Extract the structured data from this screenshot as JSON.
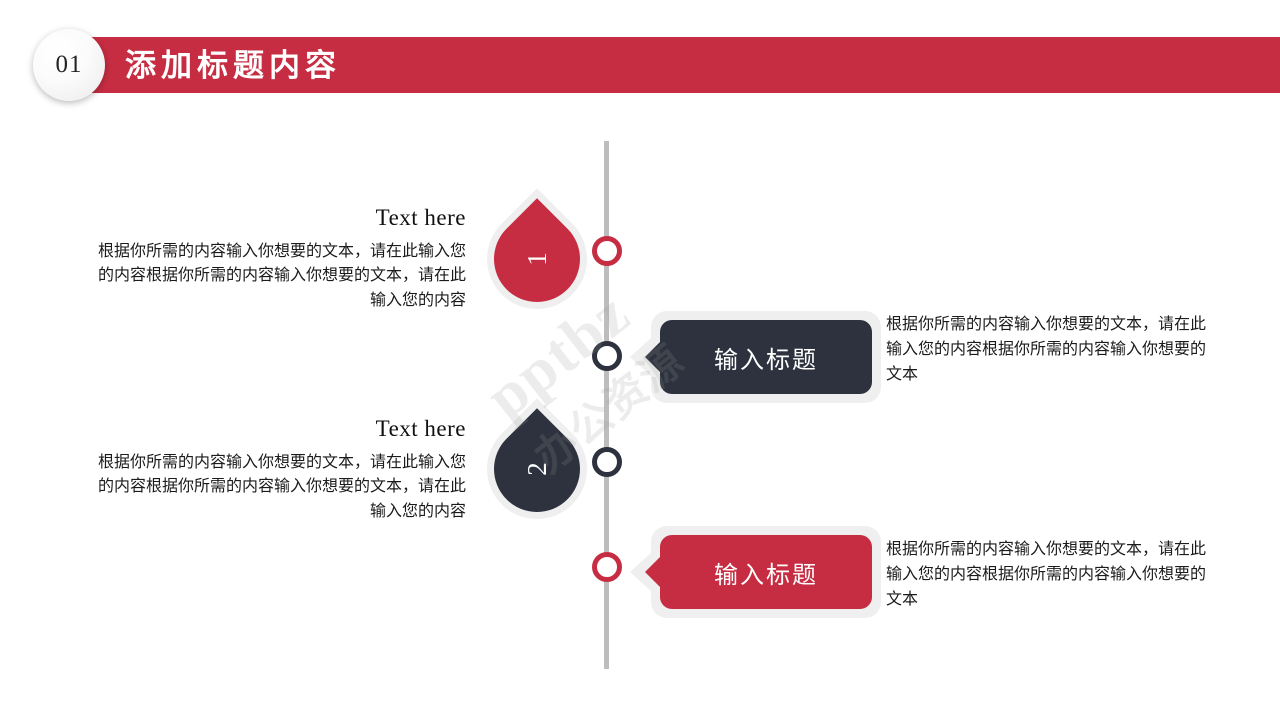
{
  "slide": {
    "header": {
      "badge_number": "01",
      "title": "添加标题内容",
      "bar_color": "#c62d42"
    },
    "watermark": {
      "line1": "pptbz",
      "line2": "办公资源"
    },
    "timeline": {
      "line_color": "#bdbdbd",
      "nodes": [
        {
          "name": "node-1",
          "style": "red"
        },
        {
          "name": "node-2",
          "style": "dark"
        },
        {
          "name": "node-3",
          "style": "dark"
        },
        {
          "name": "node-4",
          "style": "red"
        }
      ]
    },
    "markers": [
      {
        "number": "1",
        "color": "#c62d42"
      },
      {
        "number": "2",
        "color": "#2d323e"
      }
    ],
    "left_items": [
      {
        "title": "Text here",
        "body": "根据你所需的内容输入你想要的文本，请在此输入您的内容根据你所需的内容输入你想要的文本，请在此输入您的内容"
      },
      {
        "title": "Text here",
        "body": "根据你所需的内容输入你想要的文本，请在此输入您的内容根据你所需的内容输入你想要的文本，请在此输入您的内容"
      }
    ],
    "callouts": [
      {
        "label": "输入标题",
        "color": "#2d323e",
        "body": "根据你所需的内容输入你想要的文本，请在此输入您的内容根据你所需的内容输入你想要的文本"
      },
      {
        "label": "输入标题",
        "color": "#c62d42",
        "body": "根据你所需的内容输入你想要的文本，请在此输入您的内容根据你所需的内容输入你想要的文本"
      }
    ]
  }
}
